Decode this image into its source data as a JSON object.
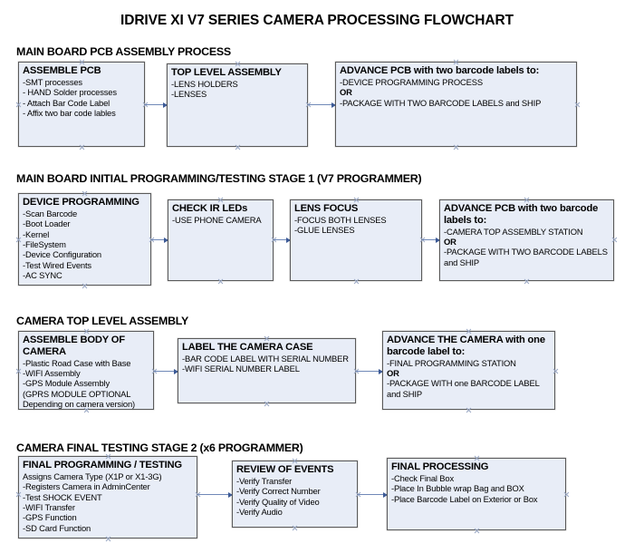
{
  "page": {
    "title": "IDRIVE XI V7 SERIES CAMERA PROCESSING FLOWCHART",
    "colors": {
      "box_fill": "#e8edf7",
      "box_border": "#5a5a5a",
      "connector": "#7089b8",
      "arrow_head": "#3c5a96",
      "text": "#000000",
      "background": "#ffffff"
    }
  },
  "sections": [
    {
      "heading": "MAIN BOARD PCB ASSEMBLY PROCESS",
      "boxes": [
        {
          "title": "ASSEMBLE PCB",
          "lines": [
            {
              "text": "-SMT processes",
              "bold": false
            },
            {
              "text": "- HAND Solder processes",
              "bold": false
            },
            {
              "text": "- Attach Bar Code Label",
              "bold": false
            },
            {
              "text": "- Affix two bar code lables",
              "bold": false
            }
          ]
        },
        {
          "title": "TOP LEVEL ASSEMBLY",
          "lines": [
            {
              "text": "-LENS HOLDERS",
              "bold": false
            },
            {
              "text": "-LENSES",
              "bold": false
            }
          ]
        },
        {
          "title": "ADVANCE PCB with two barcode labels to:",
          "lines": [
            {
              "text": "-DEVICE PROGRAMMING PROCESS",
              "bold": false
            },
            {
              "text": "OR",
              "bold": true
            },
            {
              "text": "-PACKAGE WITH TWO BARCODE LABELS and SHIP",
              "bold": false
            }
          ]
        }
      ]
    },
    {
      "heading": "MAIN BOARD INITIAL PROGRAMMING/TESTING STAGE 1 (V7 PROGRAMMER)",
      "boxes": [
        {
          "title": "DEVICE PROGRAMMING",
          "lines": [
            {
              "text": "-Scan Barcode",
              "bold": false
            },
            {
              "text": "-Boot Loader",
              "bold": false
            },
            {
              "text": "-Kernel",
              "bold": false
            },
            {
              "text": "-FileSystem",
              "bold": false
            },
            {
              "text": "-Device Configuration",
              "bold": false
            },
            {
              "text": "-Test Wired Events",
              "bold": false
            },
            {
              "text": "-AC SYNC",
              "bold": false
            }
          ]
        },
        {
          "title": "CHECK IR LEDs",
          "lines": [
            {
              "text": "-USE PHONE CAMERA",
              "bold": false
            }
          ]
        },
        {
          "title": "LENS FOCUS",
          "lines": [
            {
              "text": "-FOCUS BOTH LENSES",
              "bold": false
            },
            {
              "text": "-GLUE LENSES",
              "bold": false
            }
          ]
        },
        {
          "title": "ADVANCE PCB with two barcode\nlabels to:",
          "lines": [
            {
              "text": "-CAMERA TOP ASSEMBLY STATION",
              "bold": false
            },
            {
              "text": "OR",
              "bold": true
            },
            {
              "text": "-PACKAGE WITH TWO BARCODE LABELS",
              "bold": false
            },
            {
              "text": "and SHIP",
              "bold": false
            }
          ]
        }
      ]
    },
    {
      "heading": "CAMERA TOP LEVEL ASSEMBLY",
      "boxes": [
        {
          "title": "ASSEMBLE BODY OF\nCAMERA",
          "lines": [
            {
              "text": "-Plastic Road Case with Base",
              "bold": false
            },
            {
              "text": "-WIFI Assembly",
              "bold": false
            },
            {
              "text": "-GPS Module Assembly",
              "bold": false
            },
            {
              "text": "(GPRS MODULE OPTIONAL",
              "bold": false
            },
            {
              "text": "Depending on camera version)",
              "bold": false
            }
          ]
        },
        {
          "title": "LABEL THE CAMERA CASE",
          "lines": [
            {
              "text": "-BAR CODE LABEL WITH SERIAL NUMBER",
              "bold": false
            },
            {
              "text": "-WIFI SERIAL NUMBER LABEL",
              "bold": false
            }
          ]
        },
        {
          "title": "ADVANCE THE CAMERA with one\nbarcode label to:",
          "lines": [
            {
              "text": "-FINAL PROGRAMMING STATION",
              "bold": false
            },
            {
              "text": "OR",
              "bold": true
            },
            {
              "text": "-PACKAGE WITH one BARCODE LABEL",
              "bold": false
            },
            {
              "text": "and SHIP",
              "bold": false
            }
          ]
        }
      ]
    },
    {
      "heading": "CAMERA FINAL TESTING STAGE 2 (x6 PROGRAMMER)",
      "boxes": [
        {
          "title": "FINAL PROGRAMMING / TESTING",
          "lines": [
            {
              "text": "Assigns Camera Type (X1P or X1-3G)",
              "bold": false
            },
            {
              "text": "-Registers Camera in AdminCenter",
              "bold": false
            },
            {
              "text": "-Test SHOCK EVENT",
              "bold": false
            },
            {
              "text": "-WIFI Transfer",
              "bold": false
            },
            {
              "text": "-GPS Function",
              "bold": false
            },
            {
              "text": "-SD Card Function",
              "bold": false
            }
          ]
        },
        {
          "title": "REVIEW OF EVENTS",
          "lines": [
            {
              "text": "-Verify Transfer",
              "bold": false
            },
            {
              "text": "-Verify Correct Number",
              "bold": false
            },
            {
              "text": "-Verify Quality of Video",
              "bold": false
            },
            {
              "text": "-Verify Audio",
              "bold": false
            }
          ]
        },
        {
          "title": "FINAL PROCESSING",
          "lines": [
            {
              "text": "-Check Final Box",
              "bold": false
            },
            {
              "text": "-Place In Bubble wrap Bag and BOX",
              "bold": false
            },
            {
              "text": "-Place Barcode Label on Exterior or Box",
              "bold": false
            }
          ]
        }
      ]
    }
  ]
}
